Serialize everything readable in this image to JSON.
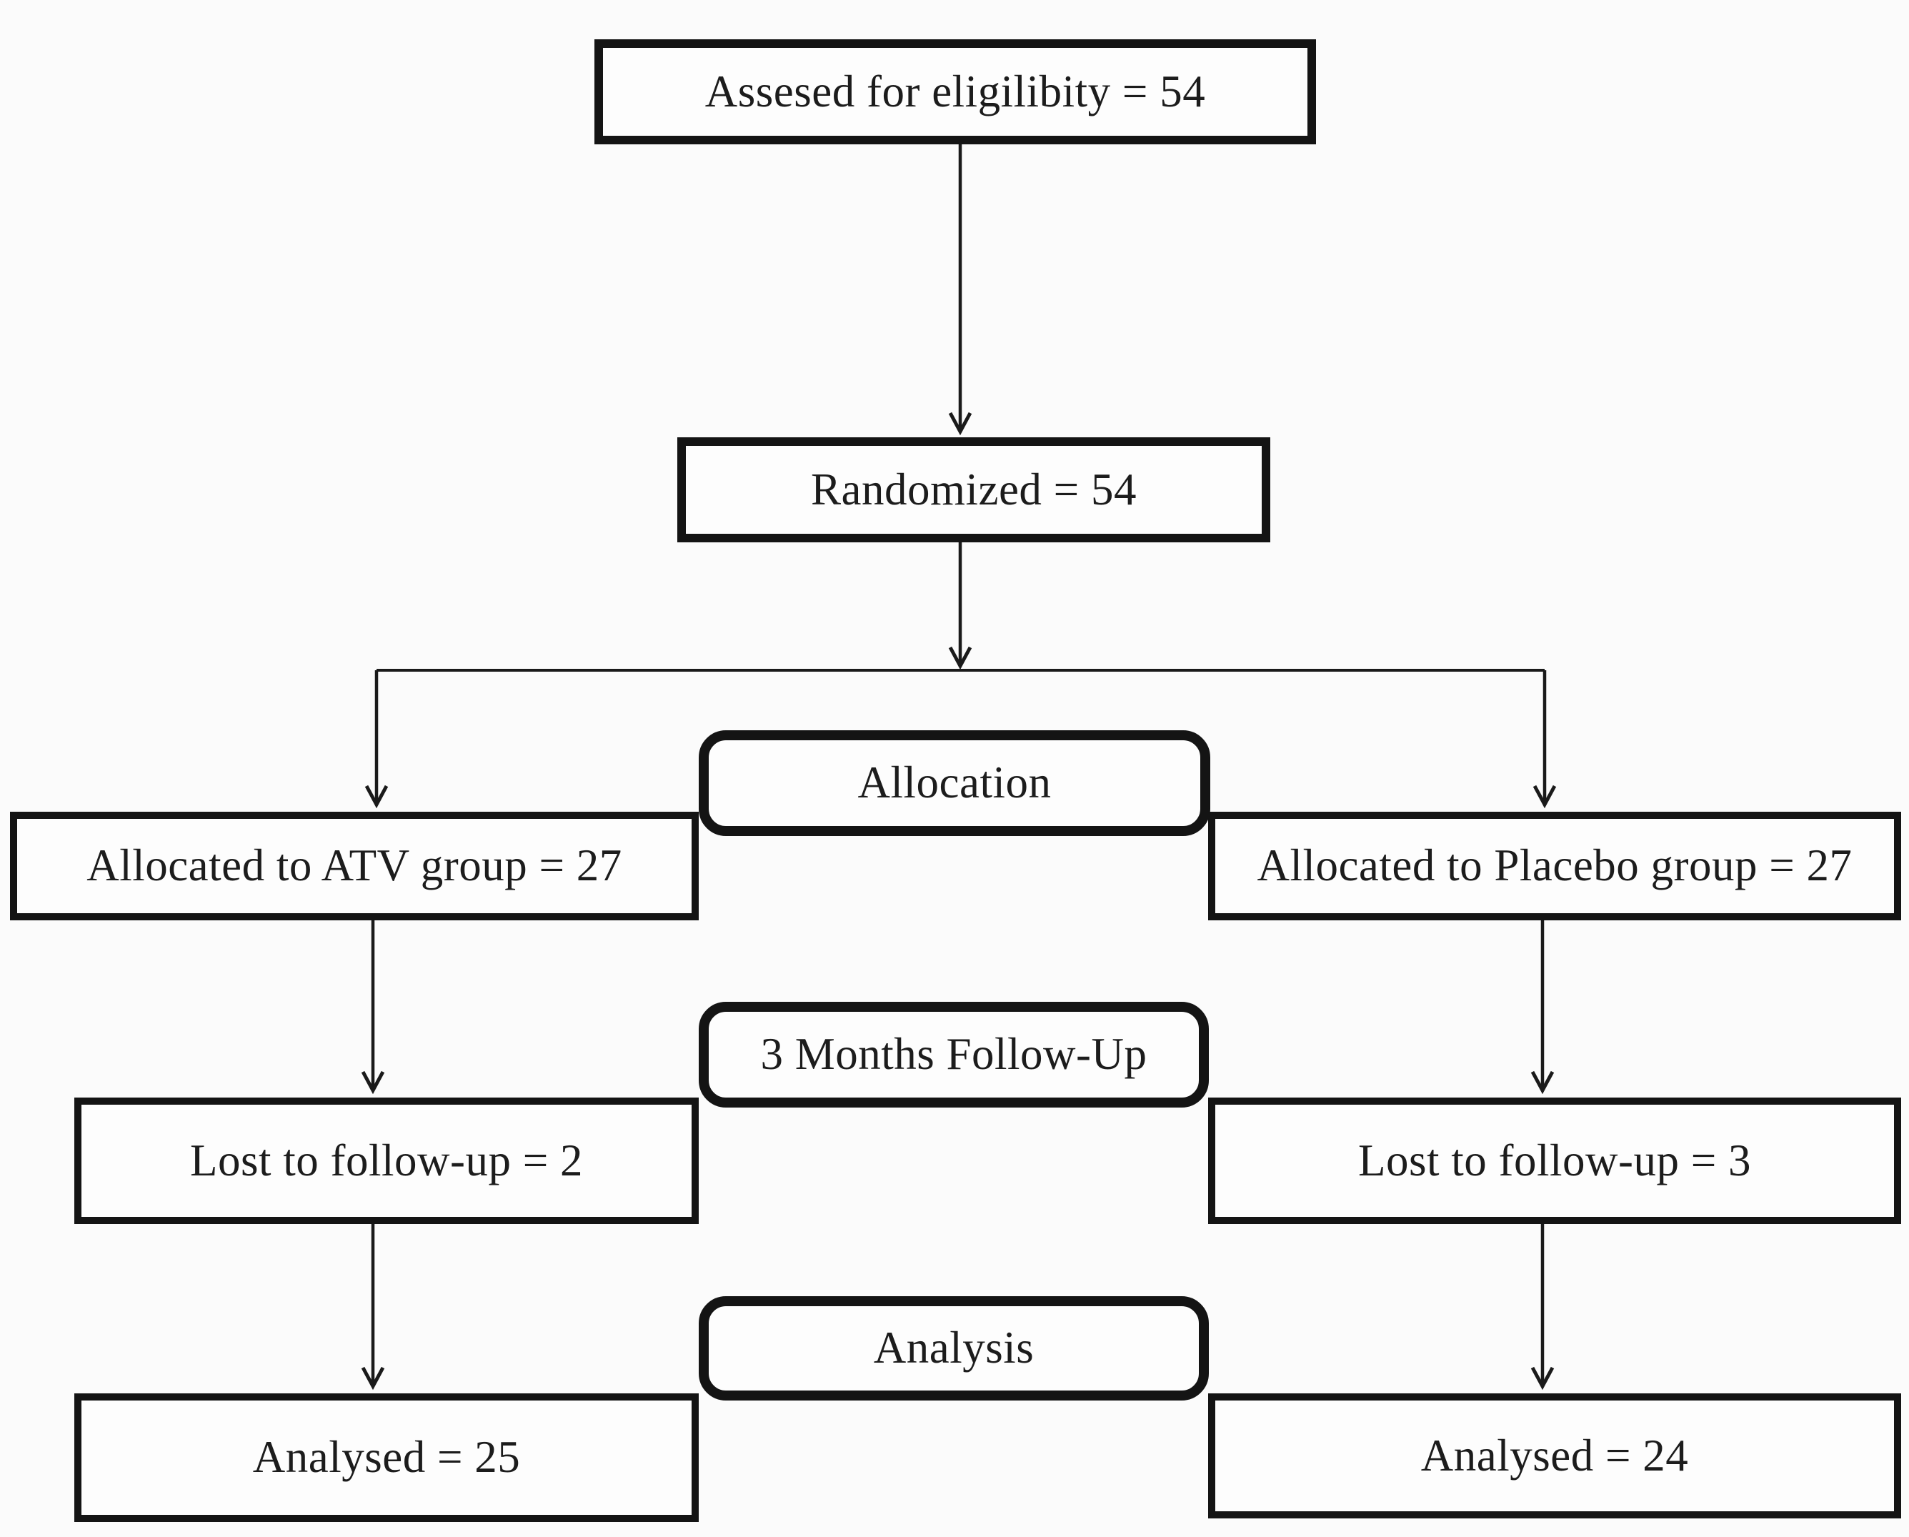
{
  "diagram": {
    "type": "flowchart",
    "nodes": {
      "assessed": {
        "label": "Assesed for eligilibity = 54"
      },
      "randomized": {
        "label": "Randomized = 54"
      },
      "stage_allocation": {
        "label": "Allocation"
      },
      "allocated_atv": {
        "label": "Allocated to ATV group = 27"
      },
      "allocated_placebo": {
        "label": "Allocated to Placebo group = 27"
      },
      "stage_followup": {
        "label": "3 Months Follow-Up"
      },
      "lost_atv": {
        "label": "Lost to follow-up = 2"
      },
      "lost_placebo": {
        "label": "Lost to follow-up = 3"
      },
      "stage_analysis": {
        "label": "Analysis"
      },
      "analysed_atv": {
        "label": "Analysed = 25"
      },
      "analysed_placebo": {
        "label": "Analysed = 24"
      }
    },
    "edges": [
      {
        "from": "assessed",
        "to": "randomized"
      },
      {
        "from": "randomized",
        "to": "allocated_atv"
      },
      {
        "from": "randomized",
        "to": "allocated_placebo"
      },
      {
        "from": "allocated_atv",
        "to": "lost_atv"
      },
      {
        "from": "allocated_placebo",
        "to": "lost_placebo"
      },
      {
        "from": "lost_atv",
        "to": "analysed_atv"
      },
      {
        "from": "lost_placebo",
        "to": "analysed_placebo"
      }
    ],
    "colors": {
      "line": "#1a1a1a",
      "box_border": "#141414",
      "box_fill": "#fdfdfd",
      "background": "#fbfbfb",
      "text": "#1c1c1c"
    }
  }
}
